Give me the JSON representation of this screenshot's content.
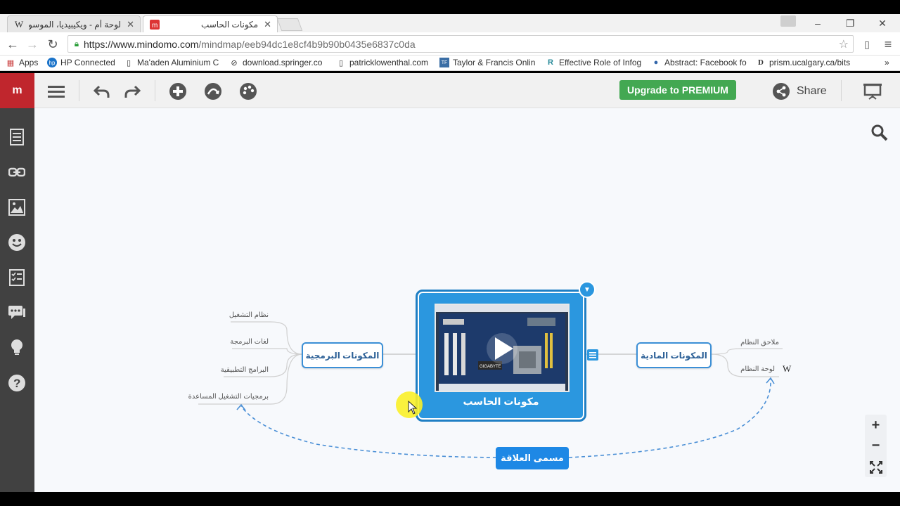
{
  "browser": {
    "tabs": [
      {
        "title": "لوحة أم - ويكيبيديا، الموسوعة الحرة",
        "favicon": "W",
        "active": false
      },
      {
        "title": "مكونات الحاسب",
        "favicon": "mindomo",
        "active": true
      }
    ],
    "url_host": "https://www.mindomo.com",
    "url_path": "/mindmap/eeb94dc1e8cf4b9b90b0435e6837c0da",
    "bookmarks": [
      {
        "label": "Apps",
        "icon": "apps-grid-icon"
      },
      {
        "label": "HP Connected",
        "icon": "hp-icon"
      },
      {
        "label": "Ma'aden Aluminium C",
        "icon": "page-icon"
      },
      {
        "label": "download.springer.co",
        "icon": "springer-icon"
      },
      {
        "label": "patricklowenthal.com",
        "icon": "page-icon"
      },
      {
        "label": "Taylor & Francis Onlin",
        "icon": "tf-icon"
      },
      {
        "label": "Effective Role of Infog",
        "icon": "r-icon"
      },
      {
        "label": "Abstract: Facebook fo",
        "icon": "globe-icon"
      },
      {
        "label": "prism.ucalgary.ca/bits",
        "icon": "d-icon"
      }
    ],
    "more_bookmarks": "»"
  },
  "toolbar": {
    "logo": "m",
    "upgrade_label": "Upgrade to PREMIUM",
    "share_label": "Share",
    "colors": {
      "upgrade": "#43a852",
      "logo_bg": "#c0262d"
    }
  },
  "mindmap": {
    "central_topic": "مكونات الحاسب",
    "left_topic": "المكونات البرمجية",
    "right_topic": "المكونات المادية",
    "left_subtopics": [
      "نظام التشغيل",
      "لغات البرمجة",
      "البرامج التطبيقية",
      "برمجيات التشغيل المساعدة"
    ],
    "right_subtopics": [
      "ملاحق النظام",
      "لوحة النظام"
    ],
    "relationship_label": "مسمى العلاقة",
    "wiki_marker": "W",
    "thumbnail_brand": "GIGABYTE"
  },
  "zoom": {
    "in": "+",
    "out": "−"
  }
}
